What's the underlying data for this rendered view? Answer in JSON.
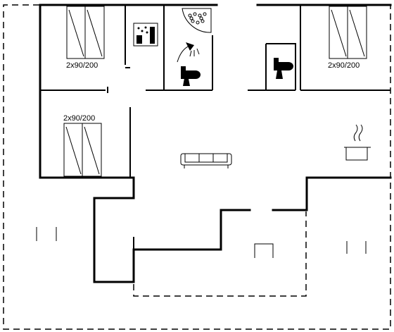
{
  "beds": [
    {
      "label": "2x90/200"
    },
    {
      "label": "2x90/200"
    },
    {
      "label": "2x90/200"
    }
  ]
}
